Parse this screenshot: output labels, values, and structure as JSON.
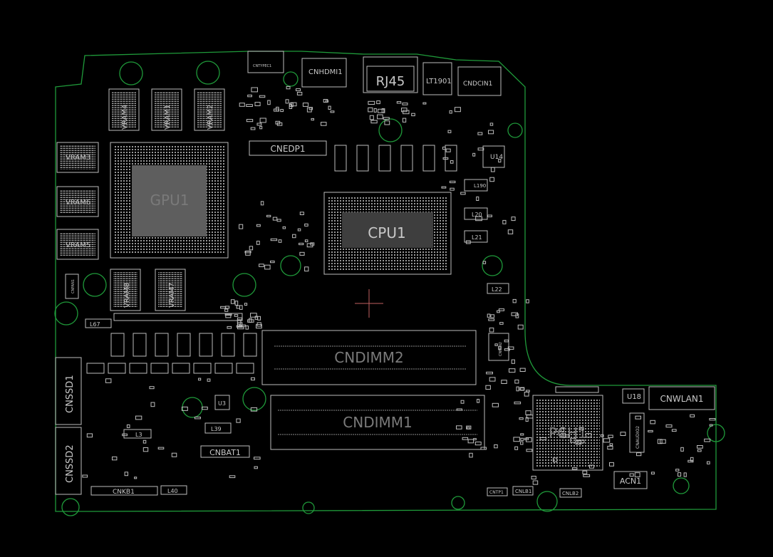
{
  "board": {
    "outline_color": "#1f9a3a",
    "trace_color": "#bdbdbd",
    "background": "#000000"
  },
  "labels": {
    "gpu": "GPU1",
    "cpu": "CPU1",
    "pch": "PCH1",
    "dimm1": "CNDIMM1",
    "dimm2": "CNDIMM2",
    "rj45": "RJ45",
    "hdmi": "CNHDMI1",
    "typec": "CNTYPEC1",
    "lt1901": "LT1901",
    "dcin": "CNDCIN1",
    "edp": "CNEDP1",
    "wlan": "CNWLAN1",
    "u18": "U18",
    "u14": "U14",
    "acn1": "ACN1",
    "bat": "CNBAT1",
    "kb": "CNKB1",
    "ssd1": "CNSSD1",
    "ssd2": "CNSSD2",
    "vram1": "VRAM1",
    "vram2": "VRAM2",
    "vram3": "VRAM3",
    "vram4": "VRAM4",
    "vram5": "VRAM5",
    "vram6": "VRAM6",
    "vram7": "VRAM7",
    "vram8": "VRAM8",
    "l20": "L20",
    "l21": "L21",
    "l22": "L22",
    "l40": "L40",
    "l39": "L39",
    "l67": "L67",
    "l3": "L3",
    "cnlb1": "CNLB1",
    "cnlb2": "CNLB2",
    "cntp1": "CNTP1",
    "cnaudio2": "CNAUDIO2",
    "cnfan1": "CNFAN1",
    "cnfan2": "CNFAN2",
    "u3": "U3",
    "l190": "L190"
  }
}
